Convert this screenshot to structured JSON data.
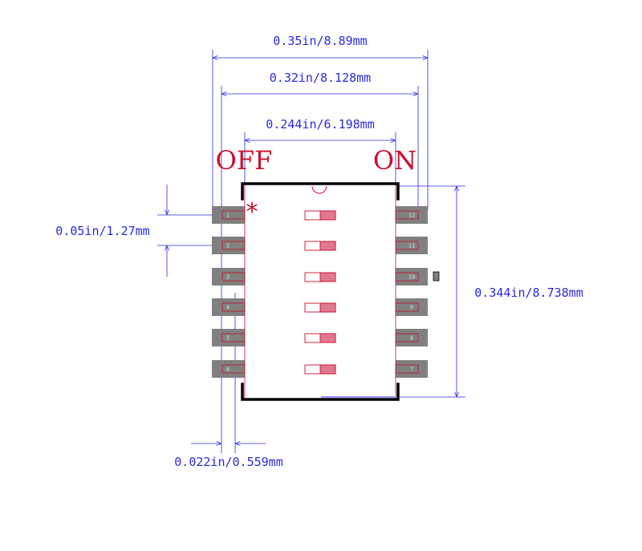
{
  "dimensions": {
    "overall_width": "0.35in/8.89mm",
    "pad_span": "0.32in/8.128mm",
    "body_width": "0.244in/6.198mm",
    "pitch": "0.05in/1.27mm",
    "body_height": "0.344in/8.738mm",
    "pad_width": "0.022in/0.559mm"
  },
  "labels": {
    "off": "OFF",
    "on": "ON",
    "pin1_marker": "*"
  },
  "pins": {
    "left": [
      "1",
      "2",
      "3",
      "4",
      "5",
      "6"
    ],
    "right": [
      "12",
      "11",
      "10",
      "9",
      "8",
      "7"
    ]
  },
  "colors": {
    "dimension": "#2a2ae0",
    "silkscreen": "#c8102e",
    "pad": "#808080",
    "outline": "#000000",
    "switch_fill": "#e07890"
  }
}
